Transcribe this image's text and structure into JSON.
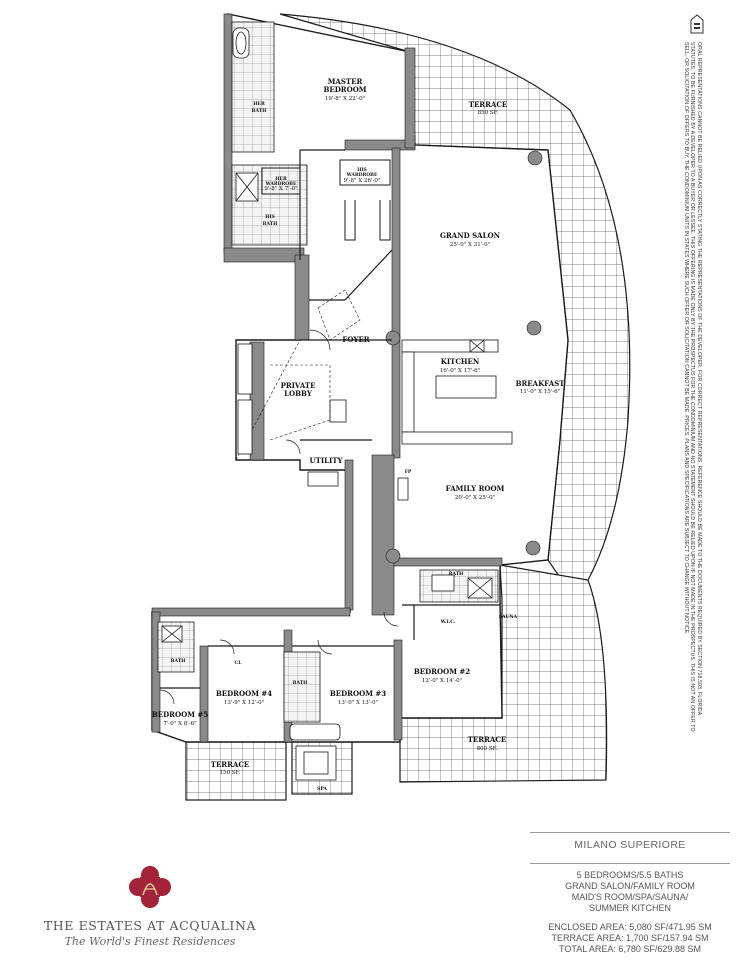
{
  "rooms": {
    "master_bedroom": {
      "label": "MASTER",
      "label2": "BEDROOM",
      "dim": "19'-8\" X 22'-0\""
    },
    "terrace_top": {
      "label": "TERRACE",
      "area": "850 SF."
    },
    "her_bath": {
      "label": "HER",
      "label2": "BATH"
    },
    "his_wardrobe": {
      "label": "HIS",
      "label2": "WARDROBE",
      "dim": "9'-8\" X 26'-0\""
    },
    "her_wardrobe": {
      "label": "HER",
      "label2": "WARDROBE",
      "dim": "9'-8\" X 7'-0\""
    },
    "his_bath": {
      "label": "HIS",
      "label2": "BATH"
    },
    "grand_salon": {
      "label": "GRAND SALON",
      "dim": "25'-0\" X 31'-0\""
    },
    "foyer": {
      "label": "FOYER"
    },
    "private_lobby": {
      "label": "PRIVATE",
      "label2": "LOBBY"
    },
    "kitchen": {
      "label": "KITCHEN",
      "dim": "16'-0\" X 17'-6\""
    },
    "breakfast": {
      "label": "BREAKFAST",
      "dim": "11'-0\" X 15'-6\""
    },
    "utility": {
      "label": "UTILITY"
    },
    "fp": {
      "label": "FP"
    },
    "family_room": {
      "label": "FAMILY ROOM",
      "dim": "20'-0\" X 25'-0\""
    },
    "bath_top": {
      "label": "BATH"
    },
    "wic": {
      "label": "W.I.C."
    },
    "sauna": {
      "label": "SAUNA"
    },
    "bath_left": {
      "label": "BATH"
    },
    "bedroom4": {
      "label": "BEDROOM #4",
      "dim": "13'-9\" X 12'-0\""
    },
    "bath_mid": {
      "label": "BATH"
    },
    "bedroom3": {
      "label": "BEDROOM #3",
      "dim": "13'-0\" X 13'-0\""
    },
    "bedroom2": {
      "label": "BEDROOM #2",
      "dim": "12'-0\" X 14'-0\""
    },
    "bedroom5": {
      "label": "BEDROOM #5",
      "dim": "7'-0\" X 8'-6\""
    },
    "terrace_bottom_left": {
      "label": "TERRACE",
      "area": "150 SF."
    },
    "terrace_bottom_right": {
      "label": "TERRACE",
      "area": "800 SF."
    },
    "spa": {
      "label": "SPA"
    },
    "cl": {
      "label": "CL"
    }
  },
  "disclaimer": "ORAL REPRESENTATIONS CANNOT BE RELIED UPON AS CORRECTLY STATING THE REPRESENTATIONS OF THE DEVELOPER. FOR CORRECT REPRESENTATIONS, REFERENCE SHOULD BE MADE TO THE DOCUMENTS REQUIRED BY SECTION 718.503, FLORIDA STATUTES, TO BE FURNISHED BY A DEVELOPER TO A BUYER OR LESSEE. THIS OFFERING IS MADE ONLY BY THE PROSPECTUS FOR THE CONDOMINIUM AND NO STATEMENT SHOULD BE RELIED UPON IF NOT MADE IN THE PROSPECTUS. THIS IS NOT AN OFFER TO SELL, OR SOLICITATION OF OFFERS TO BUY, THE CONDOMINIUM UNITS IN STATES WHERE SUCH OFFER OR SOLICITATION CANNOT BE MADE. PRICES, PLANS AND SPECIFICATIONS ARE SUBJECT TO CHANGE WITHOUT NOTICE.",
  "info": {
    "title": "MILANO SUPERIORE",
    "lines": [
      "5 BEDROOMS/5.5 BATHS",
      "GRAND SALON/FAMILY ROOM",
      "MAID'S ROOM/SPA/SAUNA/",
      "SUMMER KITCHEN"
    ],
    "areas": [
      "ENCLOSED AREA: 5,080 SF/471.95 SM",
      "TERRACE AREA: 1,700 SF/157.94 SM",
      "TOTAL AREA: 6,780 SF/629.88 SM"
    ]
  },
  "brand": {
    "name": "THE ESTATES AT ACQUALINA",
    "tagline": "The World's Finest Residences",
    "color": "#a3233a"
  },
  "colors": {
    "wall": "#8a8a8a",
    "terrace_grid": "#555555",
    "line": "#1a1a1a"
  }
}
